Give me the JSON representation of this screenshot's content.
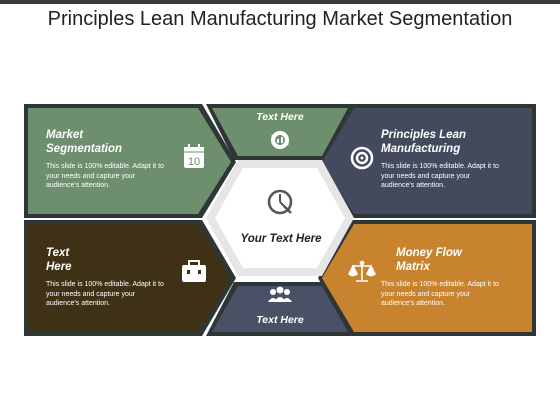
{
  "title": "Principles Lean Manufacturing Market Segmentation",
  "center": {
    "label": "Your Text Here",
    "icon": "clock-icon"
  },
  "top_small": {
    "heading": "Text Here",
    "icon": "refresh-cycle-icon",
    "color": "#6e8f6e"
  },
  "bottom_small": {
    "heading": "Text Here",
    "icon": "people-group-icon",
    "color": "#4a5066"
  },
  "panels": [
    {
      "heading": "Market Segmentation",
      "body": "This slide is 100% editable. Adapt it to your needs and capture your audience's attention.",
      "icon": "calendar-icon",
      "icon_text": "10",
      "color": "#6e8f6e"
    },
    {
      "heading": "Principles Lean Manufacturing",
      "body": "This slide is 100% editable. Adapt it to your needs and capture your audience's attention.",
      "icon": "target-icon",
      "color": "#444a5e"
    },
    {
      "heading": "Text Here",
      "body": "This slide is 100% editable. Adapt it to your needs and capture your audience's attention.",
      "icon": "briefcase-icon",
      "color": "#3f3116"
    },
    {
      "heading": "Money Flow Matrix",
      "body": "This slide is 100% editable. Adapt it to your needs and capture your audience's attention.",
      "icon": "scales-icon",
      "color": "#c8832f"
    }
  ]
}
